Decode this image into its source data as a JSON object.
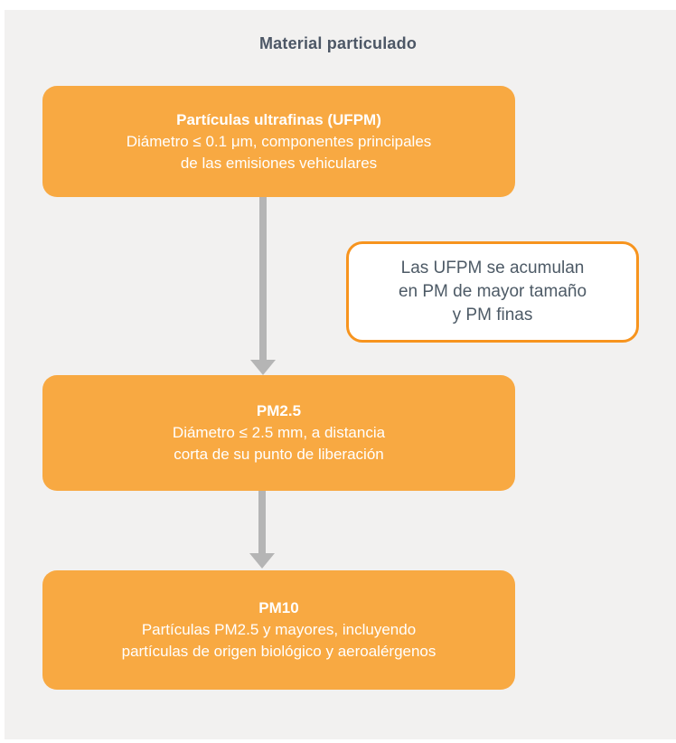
{
  "title": "Material particulado",
  "colors": {
    "panel_background": "#f2f1f0",
    "node_fill": "#f8a942",
    "node_text": "#ffffff",
    "callout_border": "#f7941e",
    "callout_background": "#ffffff",
    "slate_text": "#4d5766",
    "arrow": "#b5b5b5"
  },
  "nodes": [
    {
      "heading": "Partículas ultrafinas (UFPM)",
      "line1": "Diámetro ≤ 0.1 μm, componentes principales",
      "line2": "de las emisiones vehiculares"
    },
    {
      "heading": "PM2.5",
      "line1": "Diámetro ≤ 2.5 mm, a distancia",
      "line2": "corta de su punto de liberación"
    },
    {
      "heading": "PM10",
      "line1": "Partículas PM2.5 y mayores, incluyendo",
      "line2": "partículas de origen biológico y aeroalérgenos"
    }
  ],
  "callout": {
    "line1": "Las UFPM se acumulan",
    "line2": "en PM de mayor tamaño",
    "line3": "y PM finas"
  }
}
